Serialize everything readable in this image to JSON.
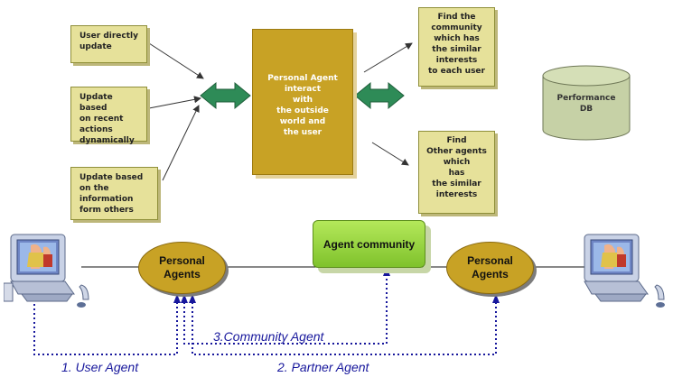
{
  "input_boxes": [
    [
      "User directly",
      "update"
    ],
    [
      "Update based",
      "on recent",
      "actions",
      "dynamically"
    ],
    [
      "Update based",
      "on the",
      "information",
      "form others"
    ]
  ],
  "center_box": [
    "Personal Agent",
    "interact",
    "with",
    "the outside",
    "world and",
    "the user"
  ],
  "output_boxes": [
    [
      "Find  the",
      "community",
      "which has",
      "the similar",
      "interests",
      "to each user"
    ],
    [
      "Find",
      "Other agents",
      "which",
      "has",
      "the similar",
      "interests"
    ]
  ],
  "database": [
    "Performance",
    "DB"
  ],
  "personal_agents_left": [
    "Personal",
    "Agents"
  ],
  "personal_agents_right": [
    "Personal",
    "Agents"
  ],
  "agent_community": "Agent community",
  "labels": {
    "community_agent": "3.Community Agent",
    "user_agent": "1. User Agent",
    "partner_agent": "2. Partner Agent"
  },
  "colors": {
    "box_fill": "#e6e19a",
    "agent_fill": "#c8a225",
    "community_fill": "#8fd13a",
    "db_fill": "#c6d1a6",
    "dotted_line": "#17179c",
    "arrow_green": "#2e8b57"
  }
}
